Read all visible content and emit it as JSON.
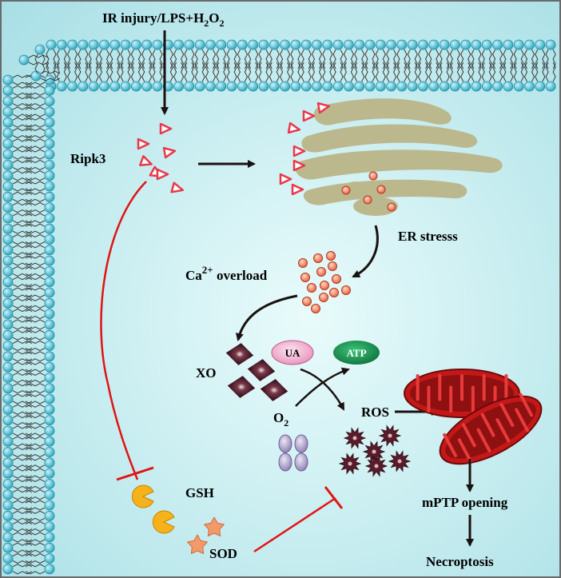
{
  "labels": {
    "trigger_main": "IR injury/LPS+H",
    "trigger_sub1": "2",
    "trigger_o": "O",
    "trigger_sub2": "2",
    "ripk3": "Ripk3",
    "er_stress": "ER stresss",
    "ca_base": "Ca",
    "ca_sup": "2+",
    "ca_rest": " overload",
    "xo": "XO",
    "ua": "UA",
    "atp": "ATP",
    "o2_base": "O",
    "o2_sub": "2",
    "ros": "ROS",
    "gsh": "GSH",
    "sod": "SOD",
    "mptp": "mPTP opening",
    "necroptosis": "Necroptosis"
  },
  "colors": {
    "background": "#c8eef0",
    "membrane_head": "#3fb6cc",
    "ripk3_triangle": "#e8394a",
    "er_body": "#bcb88e",
    "calcium": "#f07a55",
    "xo_diamond": "#4a1828",
    "ua_pill": "#f2a6c8",
    "atp_pill": "#118a4a",
    "o2_oval": "#a99bc4",
    "ros_star": "#5a1c2a",
    "mitochondria": "#c41818",
    "gsh_pacman": "#f5b21a",
    "sod_star": "#f39a6a",
    "inhibit_line": "#e01414",
    "arrow": "#1a1010"
  }
}
